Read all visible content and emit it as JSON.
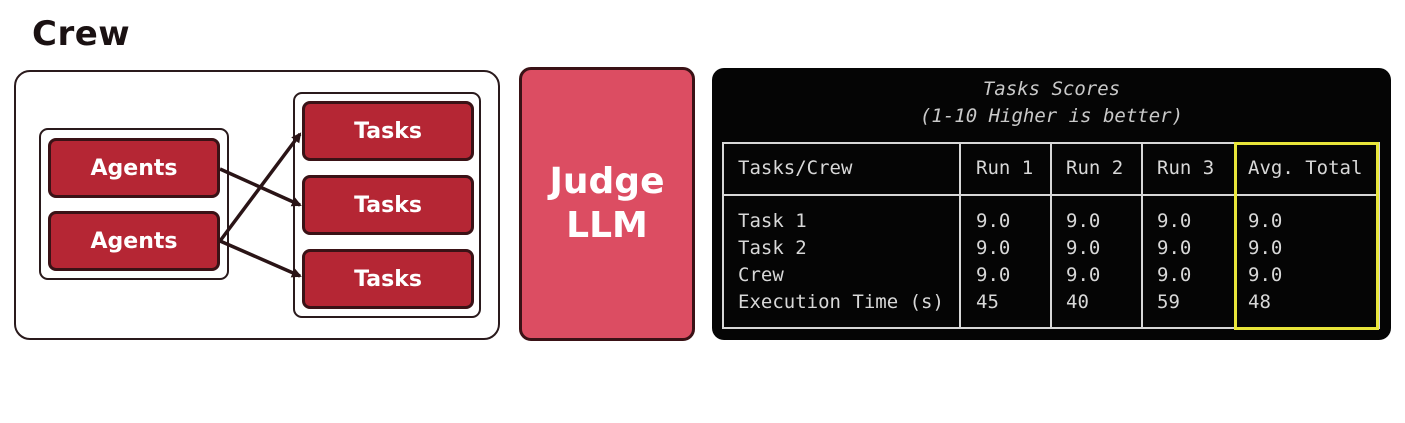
{
  "title": "Crew",
  "crew": {
    "agents": [
      "Agents",
      "Agents"
    ],
    "tasks": [
      "Tasks",
      "Tasks",
      "Tasks"
    ]
  },
  "judge": {
    "line1": "Judge",
    "line2": "LLM"
  },
  "scores": {
    "title": "Tasks Scores",
    "subtitle": "(1-10 Higher is better)",
    "headers": [
      "Tasks/Crew",
      "Run 1",
      "Run 2",
      "Run 3",
      "Avg. Total"
    ],
    "rows": [
      [
        "Task 1",
        "9.0",
        "9.0",
        "9.0",
        "9.0"
      ],
      [
        "Task 2",
        "9.0",
        "9.0",
        "9.0",
        "9.0"
      ],
      [
        "Crew",
        "9.0",
        "9.0",
        "9.0",
        "9.0"
      ],
      [
        "Execution Time (s)",
        "45",
        "40",
        "59",
        "48"
      ]
    ],
    "highlight_color": "#e9e63a"
  },
  "colors": {
    "node": "#b52634",
    "judge": "#dc4d62",
    "panel": "#050505"
  }
}
